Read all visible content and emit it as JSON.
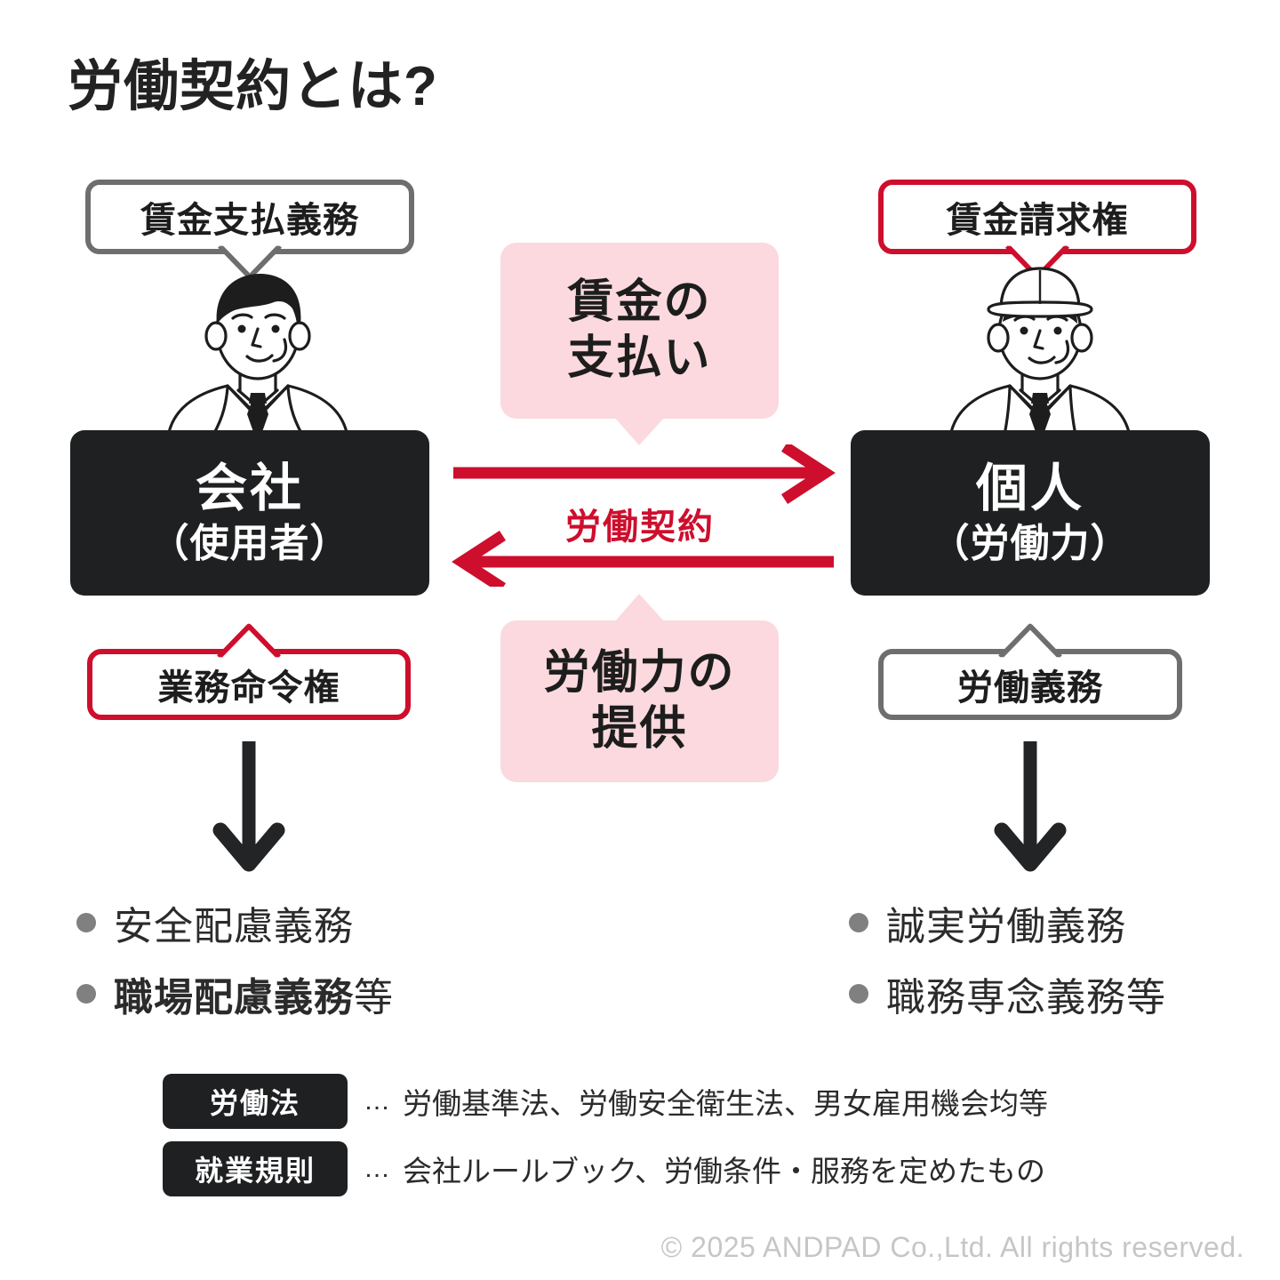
{
  "page": {
    "title": "労働契約とは?",
    "background": "#ffffff",
    "accent_red": "#ce0e2d",
    "pink": "#fbd9de",
    "black": "#1f2021",
    "gray": "#6e6e6e"
  },
  "left": {
    "top_callout": "賃金支払義務",
    "role_line1": "会社",
    "role_line2": "（使用者）",
    "bottom_callout": "業務命令権",
    "bullets": [
      {
        "text": "安全配慮義務",
        "bold": false,
        "suffix": ""
      },
      {
        "text": "職場配慮義務",
        "bold": true,
        "suffix": " 等"
      }
    ]
  },
  "right": {
    "top_callout": "賃金請求権",
    "role_line1": "個人",
    "role_line2": "（労働力）",
    "bottom_callout": "労働義務",
    "bullets": [
      {
        "text": "誠実労働義務",
        "bold": false,
        "suffix": ""
      },
      {
        "text": "職務専念義務",
        "bold": false,
        "suffix": " 等"
      }
    ]
  },
  "center": {
    "top_bubble_line1": "賃金の",
    "top_bubble_line2": "支払い",
    "bottom_bubble_line1": "労働力の",
    "bottom_bubble_line2": "提供",
    "contract_label": "労働契約"
  },
  "legend": {
    "rows": [
      {
        "chip": "労働法",
        "dots": "…",
        "desc": "労働基準法、労働安全衛生法、男女雇用機会均等"
      },
      {
        "chip": "就業規則",
        "dots": "…",
        "desc": "会社ルールブック、労働条件・服務を定めたもの"
      }
    ]
  },
  "footer": {
    "copyright": "© 2025 ANDPAD Co.,Ltd. All rights reserved."
  },
  "icons": {
    "left_person": "businessman-suit-icon",
    "right_person": "worker-hardhat-icon",
    "arrow_right": "arrow-right-icon",
    "arrow_left": "arrow-left-icon",
    "arrow_down": "arrow-down-icon"
  }
}
